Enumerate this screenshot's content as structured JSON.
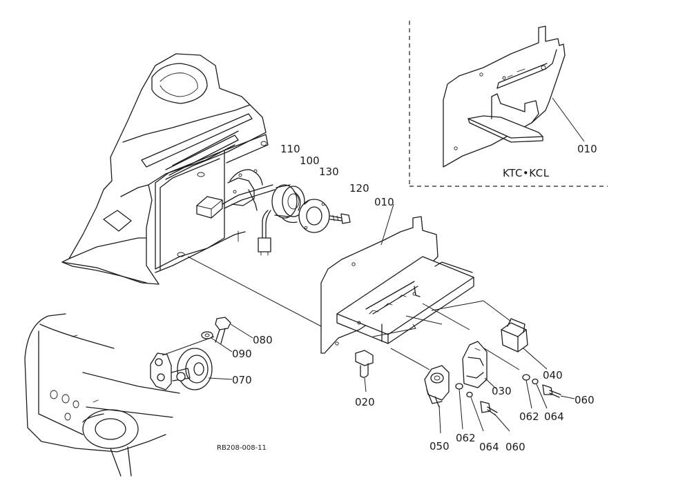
{
  "diagram": {
    "reference_code": "RB208-008-11",
    "inset_label": "KTC•KCL",
    "callouts": {
      "p010_inset": "010",
      "p110": "110",
      "p100": "100",
      "p130": "130",
      "p120": "120",
      "p010_main": "010",
      "p080": "080",
      "p090": "090",
      "p070": "070",
      "p020": "020",
      "p040": "040",
      "p030": "030",
      "p062_right": "062",
      "p064_right": "064",
      "p060_right": "060",
      "p050": "050",
      "p062_bottom": "062",
      "p064_bottom": "064",
      "p060_bottom": "060"
    }
  }
}
